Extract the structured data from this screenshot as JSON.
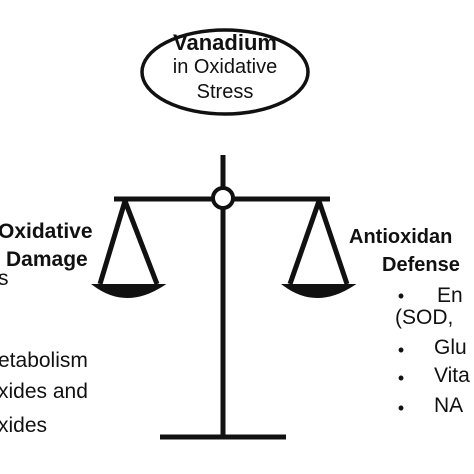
{
  "oval": {
    "title": "Vanadium",
    "line2": "in Oxidative",
    "line3": "Stress"
  },
  "left": {
    "heading_line1": "Oxidative",
    "heading_line2": "Damage",
    "items": [
      "s",
      "etabolism",
      "xides and",
      "xides"
    ]
  },
  "right": {
    "heading_line1": "Antioxidan",
    "heading_line2": "Defense",
    "items": [
      "En",
      "(SOD,",
      "Glu",
      "Vita",
      "NA"
    ]
  },
  "icons": {
    "scale": "balance-scale-icon",
    "bullet": "bullet-dot-icon"
  }
}
